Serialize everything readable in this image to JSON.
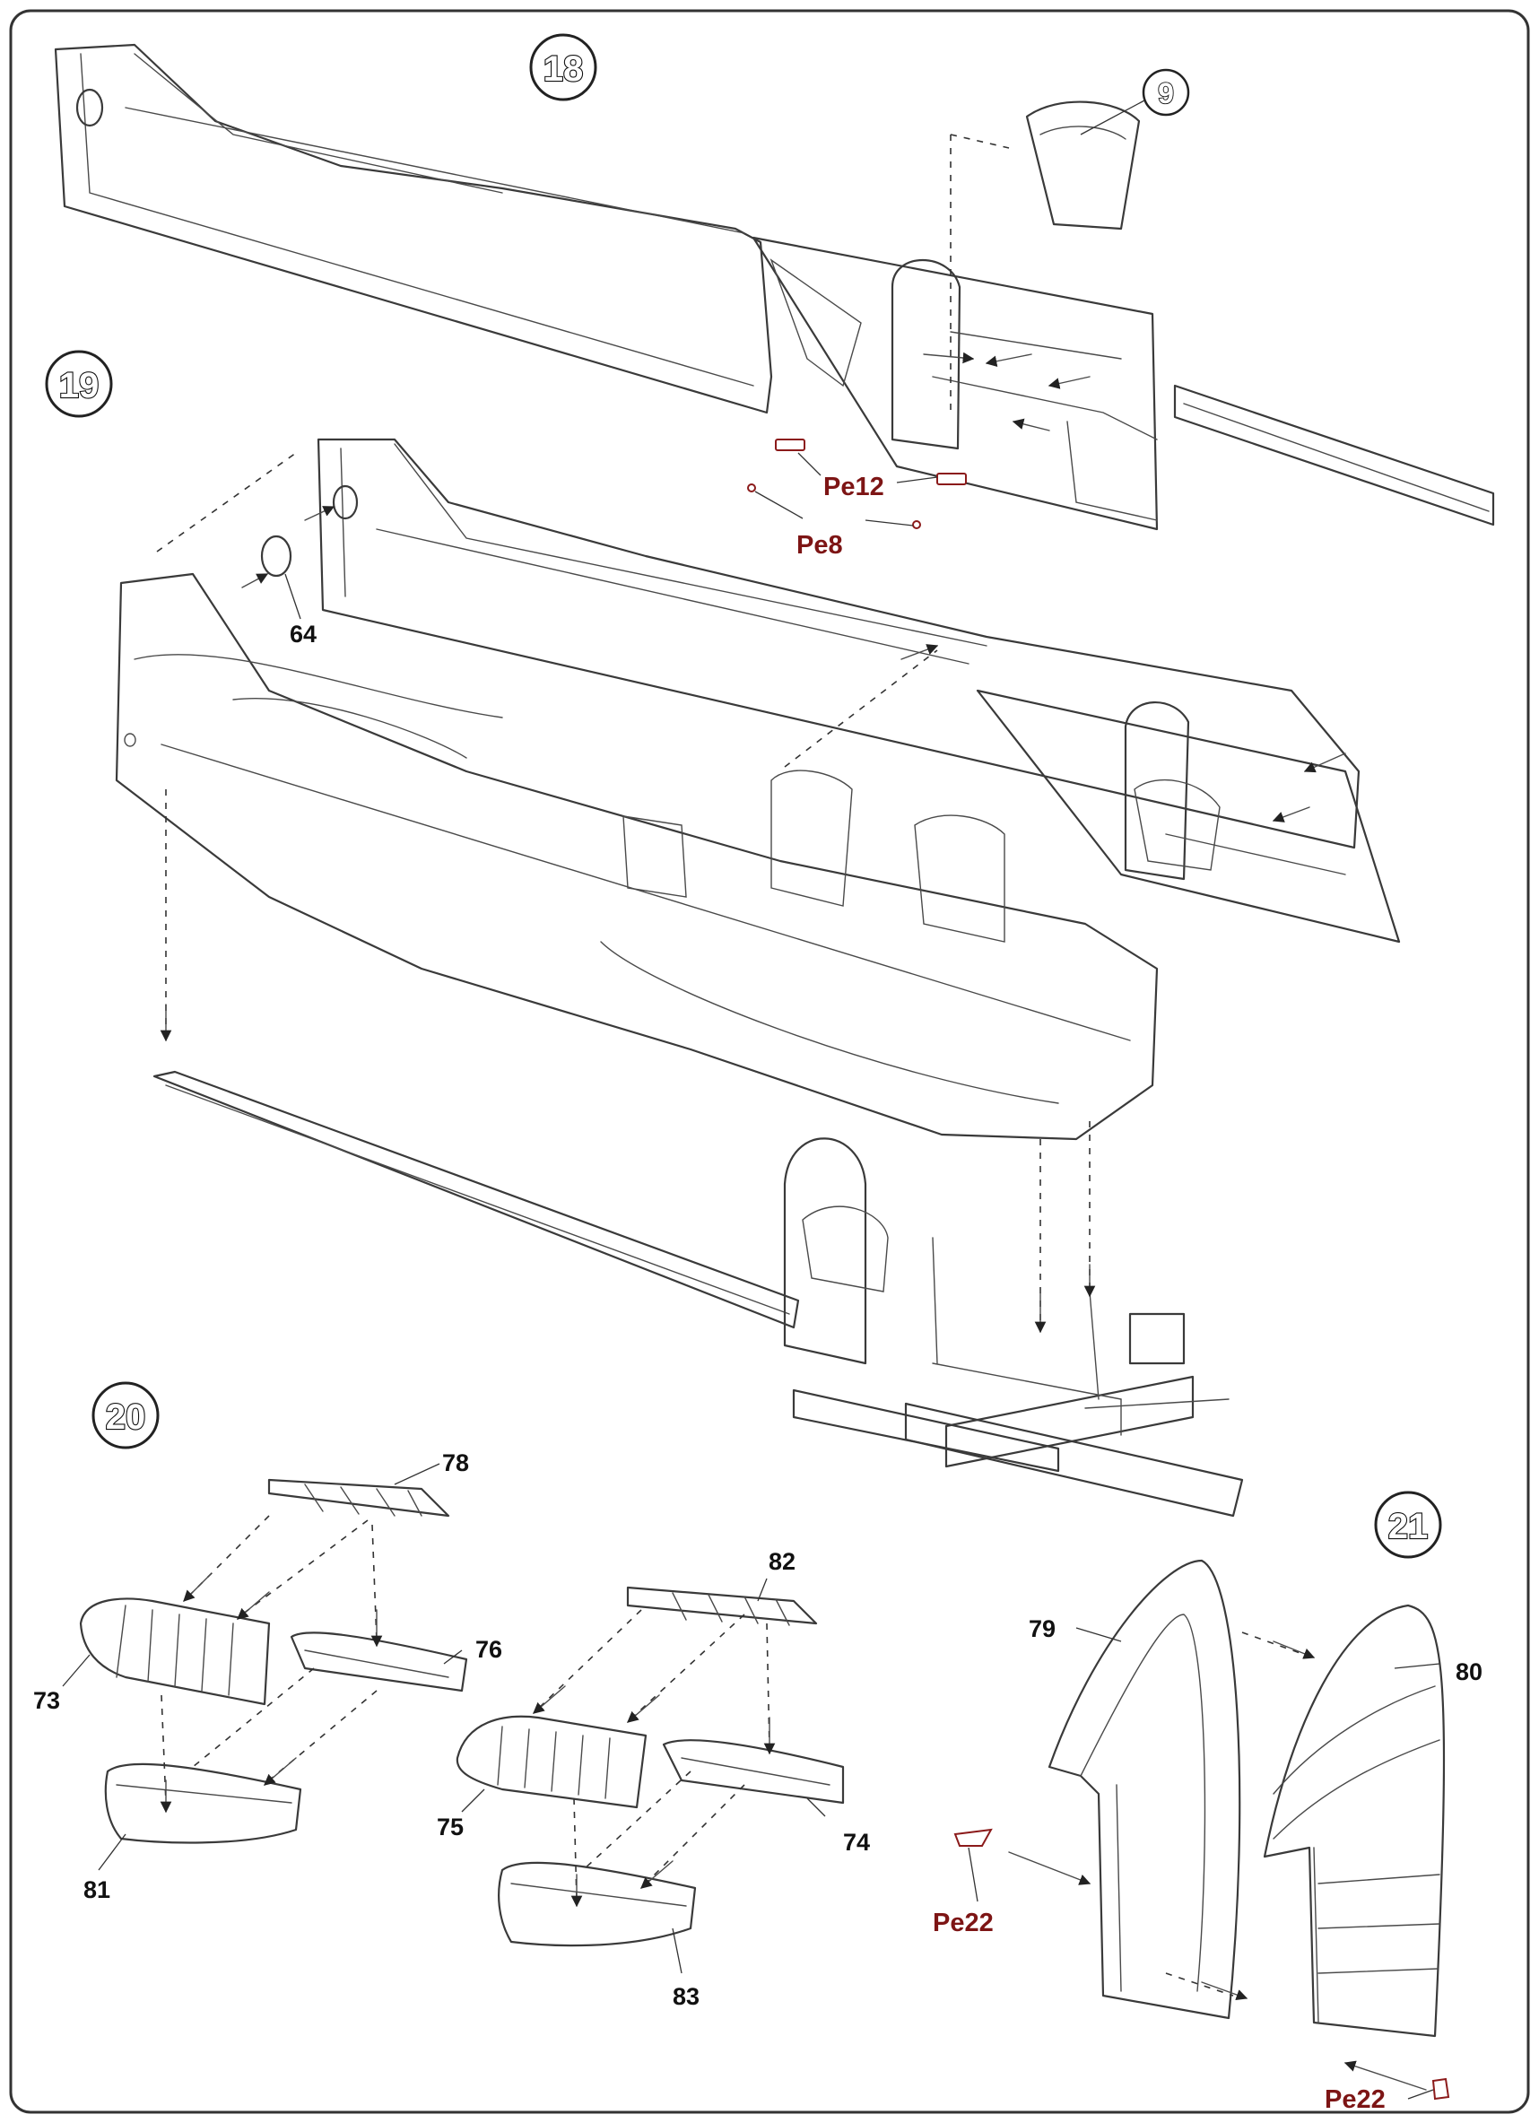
{
  "steps": [
    "18",
    "19",
    "20",
    "21"
  ],
  "parts": {
    "p9": "9",
    "p64": "64",
    "p73": "73",
    "p74": "74",
    "p75": "75",
    "p76": "76",
    "p78": "78",
    "p79": "79",
    "p80": "80",
    "p81": "81",
    "p82": "82",
    "p83": "83"
  },
  "pe_parts": {
    "pe12": "Pe12",
    "pe8": "Pe8",
    "pe22a": "Pe22",
    "pe22b": "Pe22"
  },
  "colors": {
    "line": "#3a3a3a",
    "photo_etch_label": "#7d1515"
  }
}
